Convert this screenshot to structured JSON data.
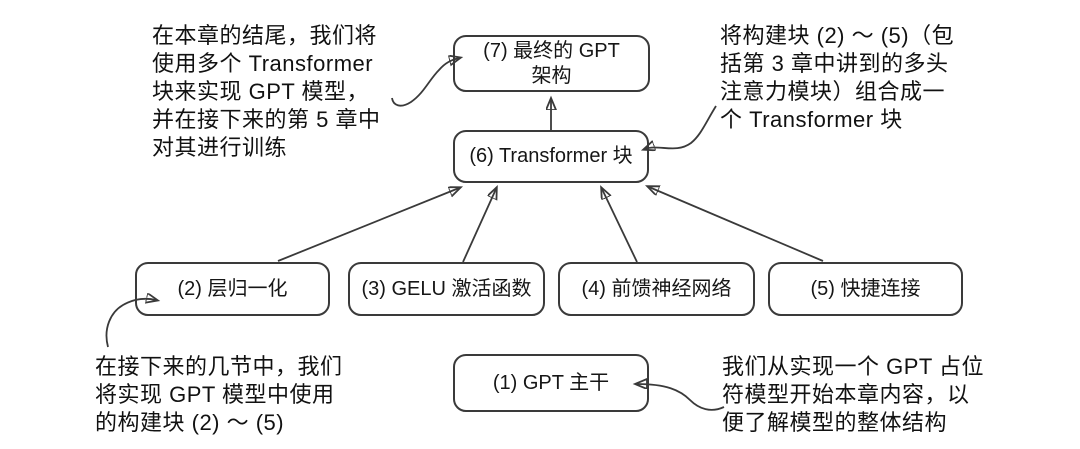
{
  "diagram": {
    "type": "flow-diagram",
    "topic": "GPT 模型构建块组合流程",
    "boxes": {
      "final_gpt": {
        "label": "(7) 最终的 GPT\n架构"
      },
      "transformer_block": {
        "label": "(6) Transformer 块"
      },
      "layer_norm": {
        "label": "(2) 层归一化"
      },
      "gelu": {
        "label": "(3) GELU 激活函数"
      },
      "feed_forward": {
        "label": "(4) 前馈神经网络"
      },
      "shortcut": {
        "label": "(5) 快捷连接"
      },
      "gpt_backbone": {
        "label": "(1) GPT 主干"
      }
    },
    "annotations": {
      "top_left": {
        "lines": [
          "在本章的结尾，我们将",
          "使用多个 Transformer",
          "块来实现 GPT 模型，",
          "并在接下来的第 5 章中",
          "对其进行训练"
        ],
        "points_to": "final_gpt"
      },
      "top_right": {
        "lines": [
          "将构建块 (2) ～ (5)（包",
          "括第 3 章中讲到的多头",
          "注意力模块）组合成一",
          "个 Transformer 块"
        ],
        "points_to": "transformer_block"
      },
      "bottom_left": {
        "lines": [
          "在接下来的几节中，我们",
          "将实现 GPT 模型中使用",
          "的构建块 (2) ～ (5)"
        ],
        "points_to": "layer_norm"
      },
      "bottom_right": {
        "lines": [
          "我们从实现一个 GPT 占位",
          "符模型开始本章内容，以",
          "便了解模型的整体结构"
        ],
        "points_to": "gpt_backbone"
      }
    },
    "edges": [
      "layer_norm -> transformer_block",
      "gelu -> transformer_block",
      "feed_forward -> transformer_block",
      "shortcut -> transformer_block",
      "transformer_block -> final_gpt"
    ],
    "colors": {
      "background": "#ffffff",
      "stroke": "#3a3a3a",
      "text": "#161616"
    }
  }
}
